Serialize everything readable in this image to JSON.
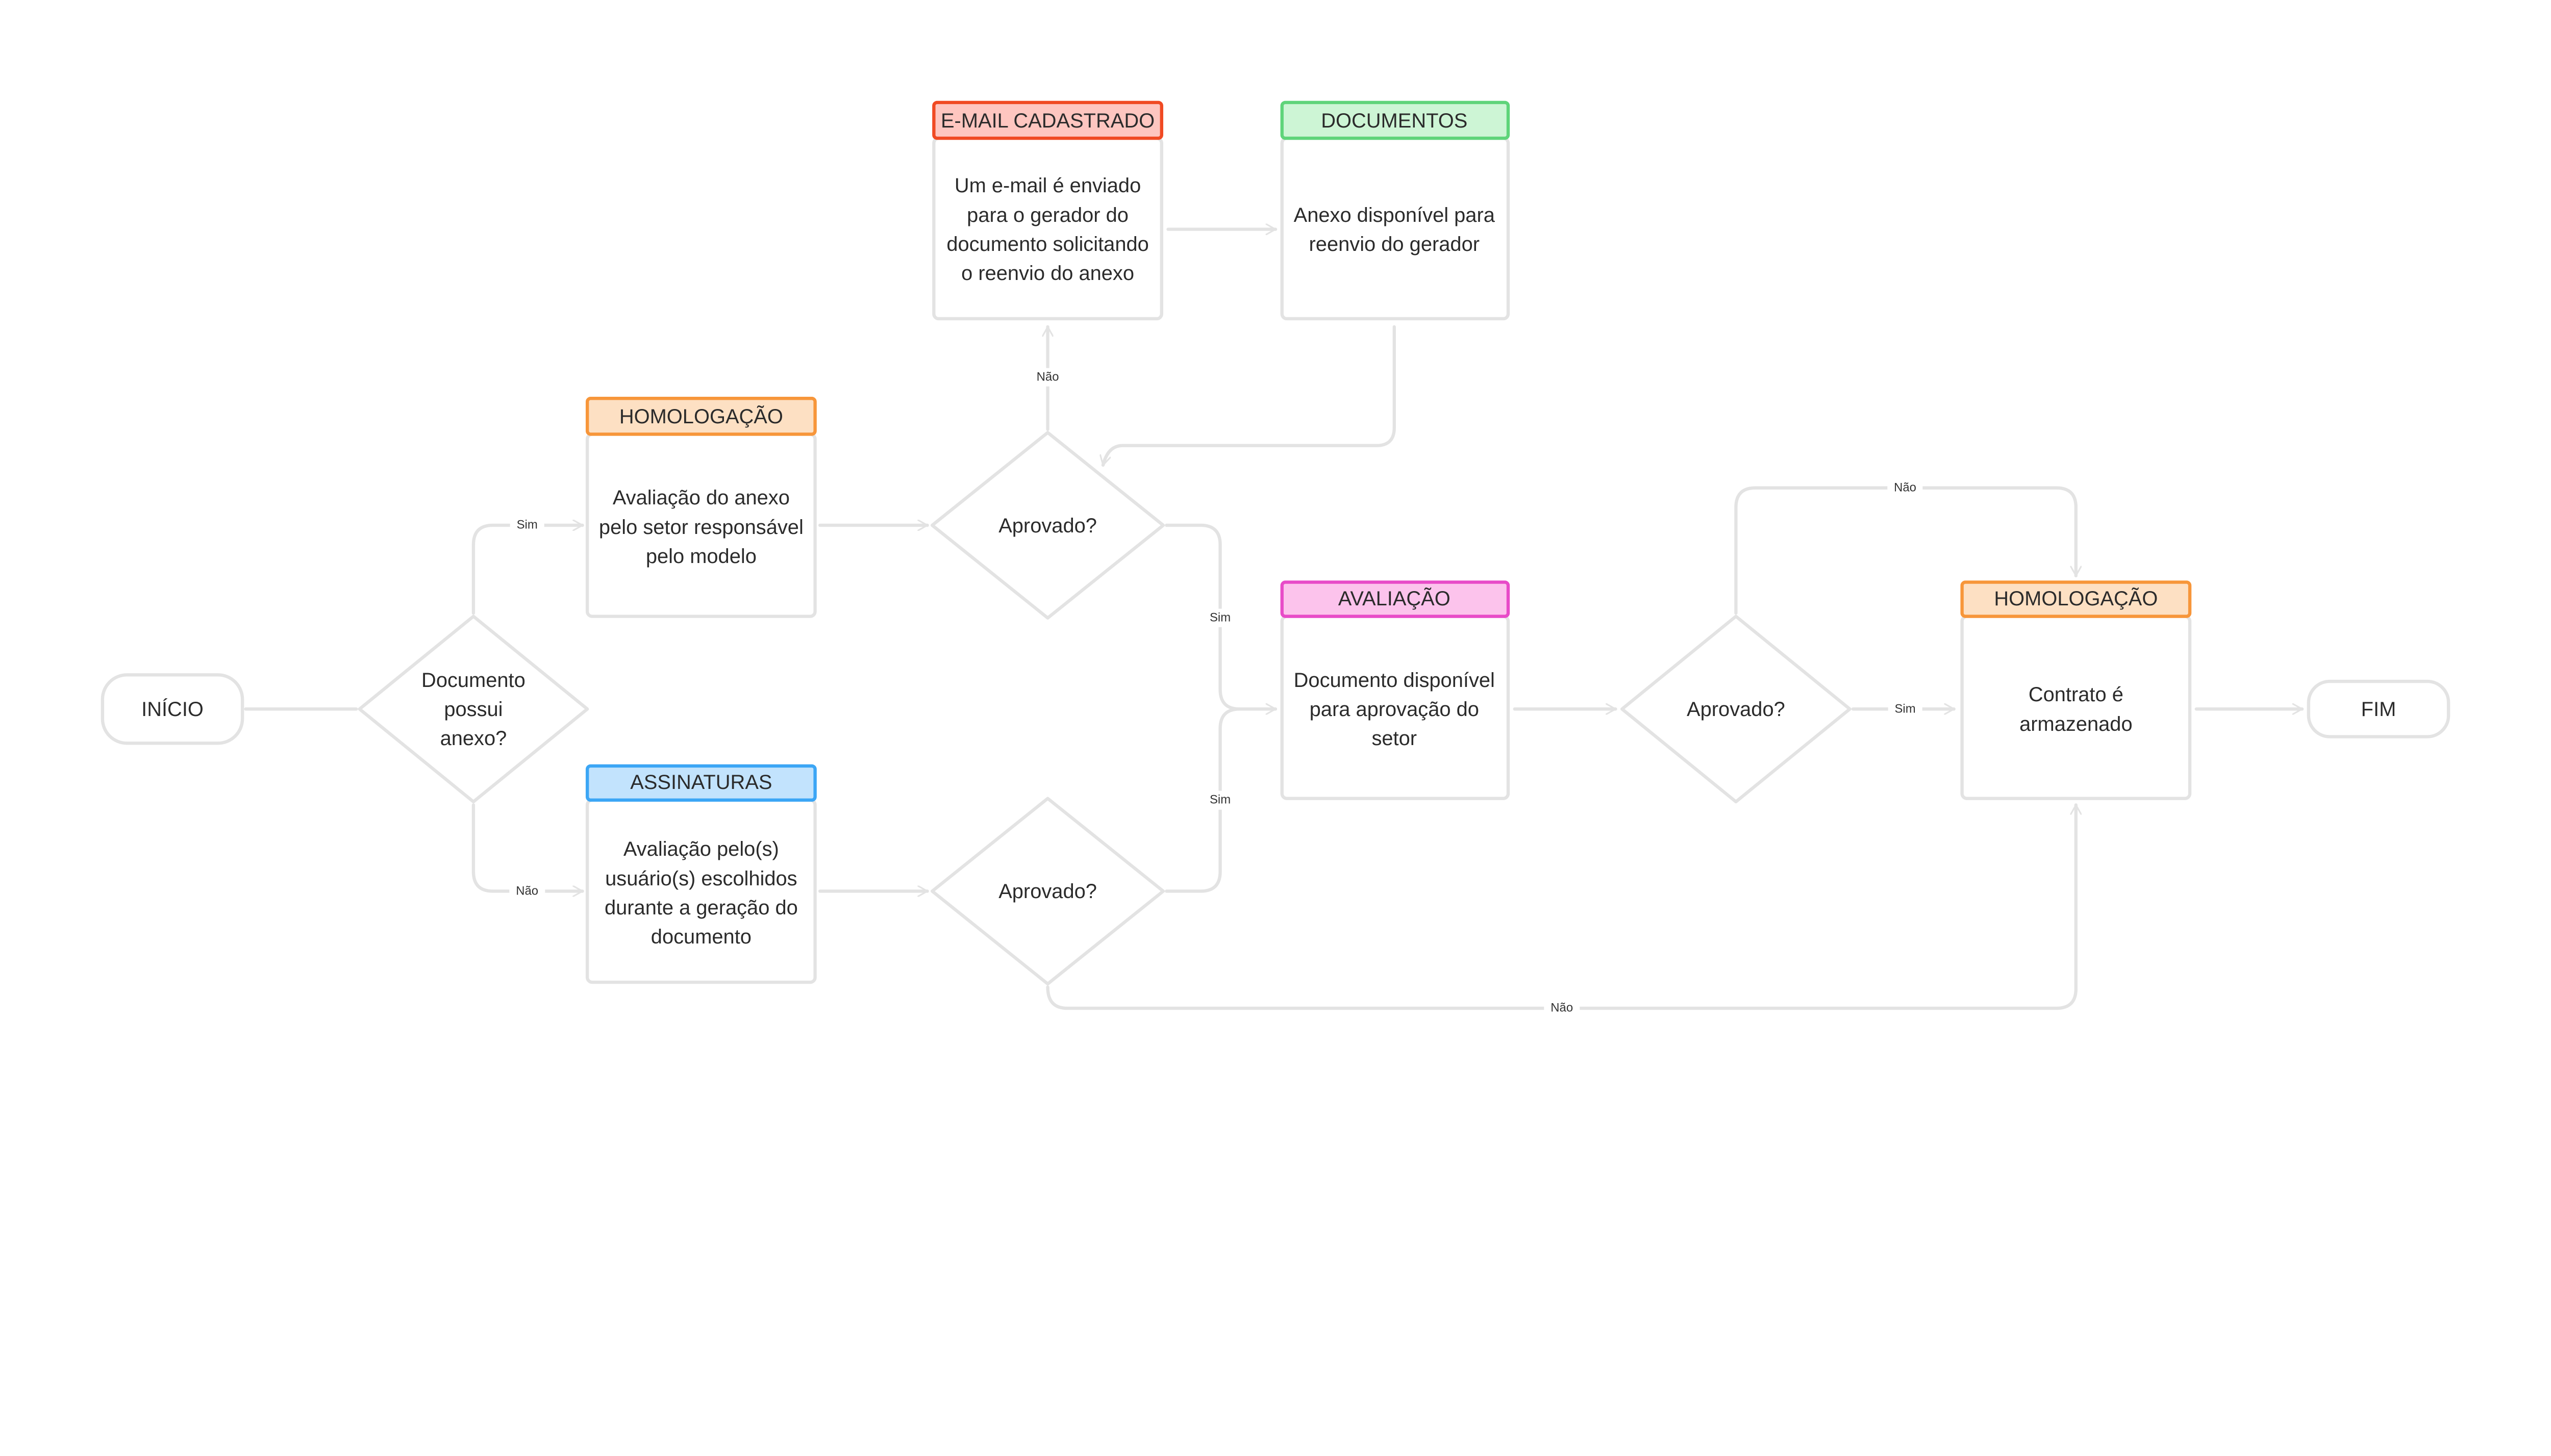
{
  "colors": {
    "line": "#e3e3e3",
    "text": "#2b2b2b",
    "homologacao": {
      "border": "#f7963a",
      "fill": "#fde0c3"
    },
    "email": {
      "border": "#f04a23",
      "fill": "#fec6c0"
    },
    "documentos": {
      "border": "#5fd47a",
      "fill": "#cdf5d5"
    },
    "avaliacao": {
      "border": "#e84bc8",
      "fill": "#fcc3ec"
    },
    "assinaturas": {
      "border": "#3ca6f5",
      "fill": "#c2e3fd"
    }
  },
  "start": {
    "label": "INÍCIO"
  },
  "end": {
    "label": "FIM"
  },
  "decision_anexo": {
    "lines": [
      "Documento",
      "possui",
      "anexo?"
    ]
  },
  "decision_aprovado_1": {
    "label": "Aprovado?"
  },
  "decision_aprovado_2": {
    "label": "Aprovado?"
  },
  "decision_aprovado_3": {
    "label": "Aprovado?"
  },
  "homologacao_1": {
    "header": "HOMOLOGAÇÃO",
    "lines": [
      "Avaliação do anexo",
      "pelo setor responsável",
      "pelo modelo"
    ]
  },
  "assinaturas": {
    "header": "ASSINATURAS",
    "lines": [
      "Avaliação pelo(s)",
      "usuário(s) escolhidos",
      "durante a geração do",
      "documento"
    ]
  },
  "email": {
    "header": "E-MAIL CADASTRADO",
    "lines": [
      "Um e-mail é enviado",
      "para o gerador do",
      "documento solicitando",
      "o reenvio do anexo"
    ]
  },
  "documentos": {
    "header": "DOCUMENTOS",
    "lines": [
      "Anexo disponível para",
      "reenvio do gerador"
    ]
  },
  "avaliacao": {
    "header": "AVALIAÇÃO",
    "lines": [
      "Documento disponível",
      "para aprovação do",
      "setor"
    ]
  },
  "homologacao_2": {
    "header": "HOMOLOGAÇÃO",
    "lines": [
      "Contrato é",
      "armazenado"
    ]
  },
  "edge_labels": {
    "anexo_sim": "Sim",
    "anexo_nao": "Não",
    "aprovado1_nao": "Não",
    "aprovado1_sim": "Sim",
    "aprovado2_sim": "Sim",
    "aprovado2_nao": "Não",
    "aprovado3_sim": "Sim",
    "aprovado3_nao": "Não"
  }
}
